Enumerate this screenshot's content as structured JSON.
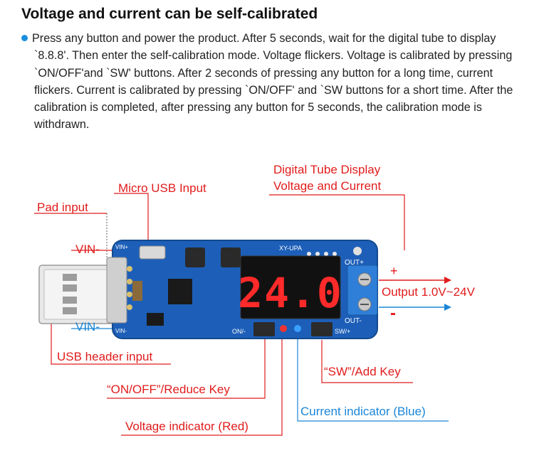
{
  "title": "Voltage and current can be self-calibrated",
  "description": "Press any button and power the product. After 5 seconds, wait for the digital tube to display `8.8.8'. Then enter the self-calibration mode. Voltage flickers. Voltage is calibrated by pressing `ON/OFF'and `SW' buttons. After 2 seconds of pressing any button for a long time, current flickers. Current is calibrated by pressing `ON/OFF' and `SW buttons for a short time. After the calibration is completed, after pressing any button for 5 seconds, the calibration mode is withdrawn.",
  "labels": {
    "digital_tube_line1": "Digital Tube Display",
    "digital_tube_line2": "Voltage and Current",
    "micro_usb": "Micro USB Input",
    "pad_input": "Pad input",
    "vin_plus": "VIN-",
    "vin_minus": "VIN-",
    "usb_header": "USB header input",
    "sw_key": "“SW”/Add Key",
    "onoff_key": "“ON/OFF”/Reduce Key",
    "current_indicator": "Current indicator (Blue)",
    "voltage_indicator": "Voltage indicator (Red)",
    "output_plus": "+",
    "output_label": "Output 1.0V~24V",
    "output_minus": "-"
  },
  "board": {
    "model": "XY-UPA",
    "display_value": "24.0",
    "out_plus": "OUT+",
    "out_minus": "OUT-",
    "on_label": "ON/-",
    "sw_label": "SW/+",
    "vin_plus_silk": "VIN+",
    "vin_minus_silk": "VIN-"
  },
  "colors": {
    "board": "#1d5fb8",
    "label_red": "#e11c1c",
    "label_blue": "#1a86d8",
    "bullet": "#1a8fe0",
    "segment": "#ff2a2a"
  }
}
